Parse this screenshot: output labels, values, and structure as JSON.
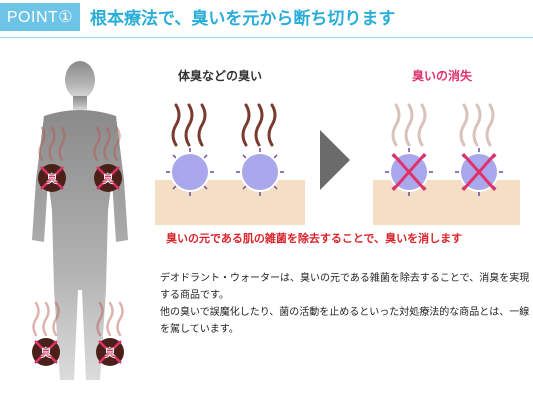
{
  "header": {
    "badge": "POINT①",
    "title": "根本療法で、臭いを元から断ち切ります"
  },
  "diagram": {
    "before_label": "体臭などの臭い",
    "after_label": "臭いの消失",
    "badge_char": "臭",
    "caption": "臭いの元である肌の雑菌を除去することで、臭いを消します",
    "colors": {
      "accent_blue": "#6ec4e6",
      "title_blue": "#2aaed8",
      "caption_red": "#d8232a",
      "after_pink": "#e0326a",
      "skin": "#f5dfc4",
      "bacteria": "#a9a8ec",
      "arrow": "#6b6b6b",
      "odor_wave": "#7a3b2e"
    }
  },
  "body": {
    "paragraph1": "デオドラント・ウォーターは、臭いの元である雑菌を除去することで、消臭を実現する商品です。",
    "paragraph2": "他の臭いで誤魔化したり、菌の活動を止めるといった対処療法的な商品とは、一線を駕しています。"
  }
}
